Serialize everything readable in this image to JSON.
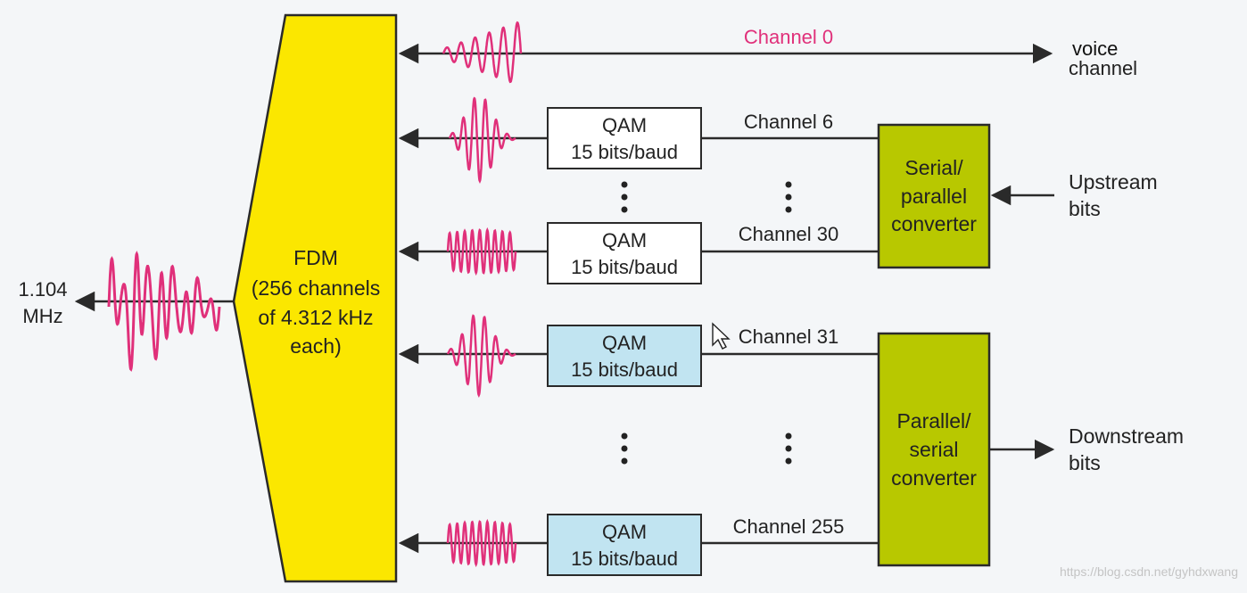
{
  "colors": {
    "fdm_fill": "#fbe700",
    "converter_fill": "#b8c800",
    "downstream_qam_fill": "#c1e4f1",
    "upstream_qam_fill": "#ffffff",
    "wave": "#e0307a",
    "channel0_label": "#e0307a",
    "line": "#2a2a2a",
    "background": "#f4f6f8"
  },
  "output": {
    "line1": "1.104",
    "line2": "MHz"
  },
  "fdm": {
    "title": "FDM",
    "line2": "(256 channels",
    "line3": "of 4.312 kHz",
    "line4": "each)"
  },
  "channels": {
    "ch0": "Channel 0",
    "ch6": "Channel 6",
    "ch30": "Channel 30",
    "ch31": "Channel 31",
    "ch255": "Channel 255"
  },
  "voice": {
    "line1": "voice",
    "line2": "channel"
  },
  "qam": {
    "line1": "QAM",
    "line2": "15 bits/baud"
  },
  "serial_parallel": {
    "line1": "Serial/",
    "line2": "parallel",
    "line3": "converter"
  },
  "parallel_serial": {
    "line1": "Parallel/",
    "line2": "serial",
    "line3": "converter"
  },
  "upstream": {
    "line1": "Upstream",
    "line2": "bits"
  },
  "downstream": {
    "line1": "Downstream",
    "line2": "bits"
  },
  "watermark": "https://blog.csdn.net/gyhdxwang"
}
